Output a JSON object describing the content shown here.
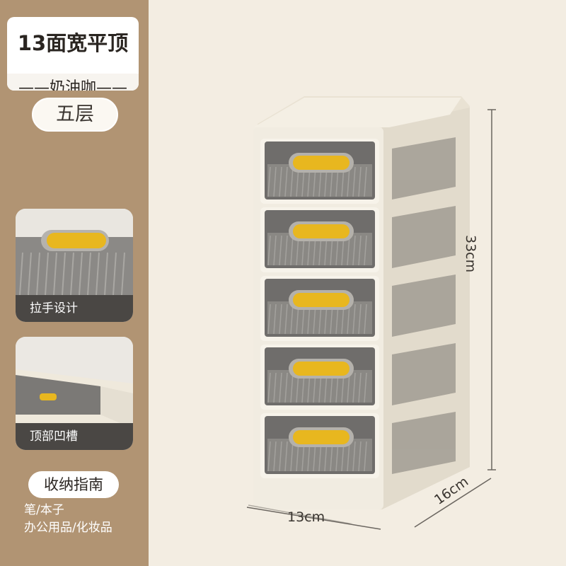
{
  "sidebar": {
    "title": "13面宽平顶",
    "subtitle": "——奶油咖——",
    "layer_label": "五层",
    "features": [
      {
        "caption": "拉手设计",
        "icon": "drawer-handle-closeup-image"
      },
      {
        "caption": "顶部凹槽",
        "icon": "top-groove-closeup-image"
      }
    ],
    "guide": {
      "label": "收纳指南",
      "lines": [
        "笔/本子",
        "办公用品/化妆品"
      ]
    }
  },
  "product": {
    "drawer_count": 5,
    "colors": {
      "frame": "#efe9dc",
      "drawer": "#6f6d6b",
      "handle": "#e8b71f",
      "background": "#f3ede2",
      "sidebar": "#b19473"
    }
  },
  "dimensions": {
    "width": "13cm",
    "depth": "16cm",
    "height": "33cm"
  }
}
